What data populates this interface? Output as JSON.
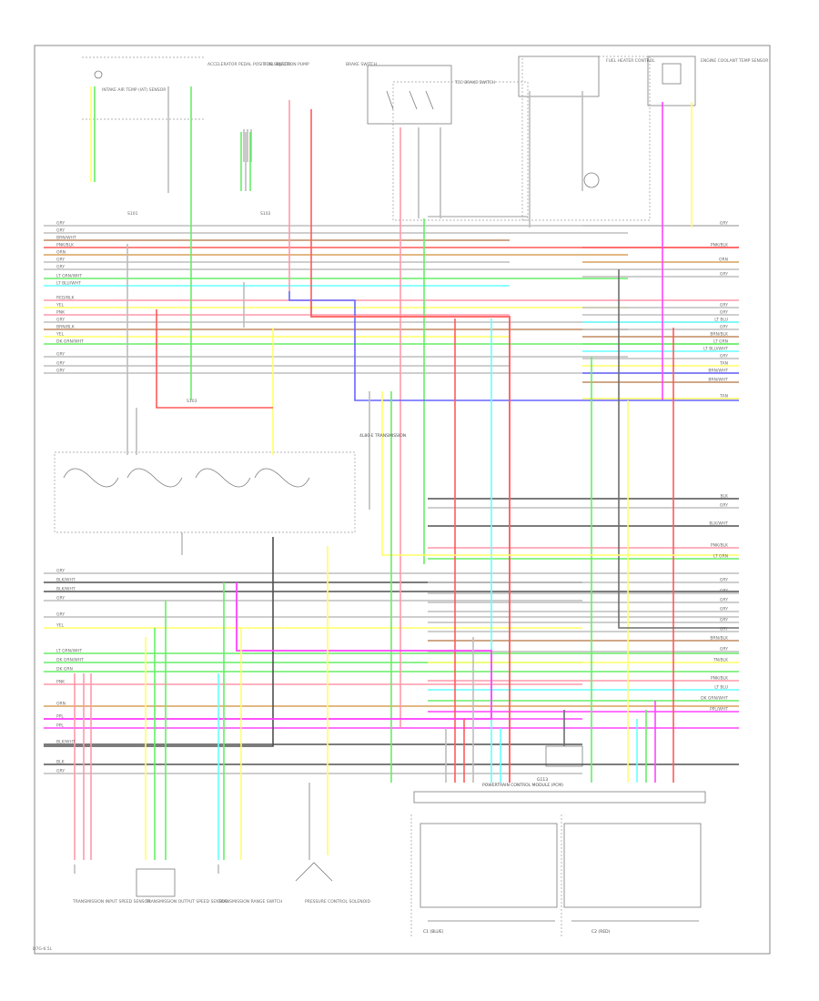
{
  "diagram": {
    "footer_code": "D7G-6.5L",
    "colors": {
      "gray": "#bdbdbd",
      "dark_gray": "#6e6e6e",
      "red": "#ff5a5a",
      "orange": "#d9a05a",
      "yellow": "#ffff66",
      "green": "#66ee66",
      "light_blue": "#66ffff",
      "blue": "#6666ff",
      "pink": "#ff99aa",
      "magenta": "#ff44ff",
      "black": "#505050",
      "brown": "#c08a60"
    },
    "left_wire_labels": [
      {
        "text": "GRY",
        "color": "gray"
      },
      {
        "text": "GRY",
        "color": "gray"
      },
      {
        "text": "BRN/WHT",
        "color": "brown"
      },
      {
        "text": "PNK/BLK",
        "color": "red"
      },
      {
        "text": "ORN",
        "color": "orange"
      },
      {
        "text": "GRY",
        "color": "gray"
      },
      {
        "text": "GRY",
        "color": "gray"
      },
      {
        "text": "LT GRN/WHT",
        "color": "green"
      },
      {
        "text": "LT BLU/WHT",
        "color": "light_blue"
      },
      {
        "text": "RED/BLK",
        "color": "pink"
      },
      {
        "text": "YEL",
        "color": "yellow"
      },
      {
        "text": "PNK",
        "color": "pink"
      },
      {
        "text": "GRY",
        "color": "gray"
      },
      {
        "text": "BRN/BLK",
        "color": "brown"
      },
      {
        "text": "YEL",
        "color": "yellow"
      },
      {
        "text": "DK GRN/WHT",
        "color": "green"
      },
      {
        "text": "GRY",
        "color": "gray"
      },
      {
        "text": "GRY",
        "color": "gray"
      },
      {
        "text": "GRY",
        "color": "gray"
      }
    ],
    "left_wire_labels_2": [
      {
        "text": "GRY",
        "color": "gray"
      },
      {
        "text": "BLK/WHT",
        "color": "black"
      },
      {
        "text": "BLK/WHT",
        "color": "black"
      },
      {
        "text": "GRY",
        "color": "gray"
      },
      {
        "text": "GRY",
        "color": "gray"
      },
      {
        "text": "YEL",
        "color": "yellow"
      },
      {
        "text": "LT GRN/WHT",
        "color": "green"
      },
      {
        "text": "DK GRN/WHT",
        "color": "green"
      },
      {
        "text": "DK GRN",
        "color": "green"
      },
      {
        "text": "PNK",
        "color": "pink"
      },
      {
        "text": "ORN",
        "color": "orange"
      },
      {
        "text": "PPL",
        "color": "magenta"
      },
      {
        "text": "PPL",
        "color": "magenta"
      },
      {
        "text": "BLK/WHT",
        "color": "black"
      },
      {
        "text": "BLK",
        "color": "black"
      },
      {
        "text": "GRY",
        "color": "gray"
      }
    ],
    "right_wire_labels": [
      {
        "text": "GRY",
        "color": "gray"
      },
      {
        "text": "PNK/BLK",
        "color": "red"
      },
      {
        "text": "ORN",
        "color": "orange"
      },
      {
        "text": "GRY",
        "color": "gray"
      },
      {
        "text": "GRY",
        "color": "gray"
      },
      {
        "text": "GRY",
        "color": "gray"
      },
      {
        "text": "LT BLU",
        "color": "light_blue"
      },
      {
        "text": "GRY",
        "color": "gray"
      },
      {
        "text": "BRN/BLK",
        "color": "brown"
      },
      {
        "text": "LT GRN",
        "color": "green"
      },
      {
        "text": "LT BLU/WHT",
        "color": "light_blue"
      },
      {
        "text": "GRY",
        "color": "gray"
      },
      {
        "text": "TAN",
        "color": "yellow"
      },
      {
        "text": "BRN/WHT",
        "color": "blue"
      },
      {
        "text": "BRN/WHT",
        "color": "brown"
      },
      {
        "text": "TAN",
        "color": "yellow"
      }
    ],
    "right_wire_labels_2": [
      {
        "text": "BLK",
        "color": "black"
      },
      {
        "text": "GRY",
        "color": "gray"
      },
      {
        "text": "BLK/WHT",
        "color": "black"
      },
      {
        "text": "PNK/BLK",
        "color": "pink"
      },
      {
        "text": "LT GRN",
        "color": "green"
      },
      {
        "text": "GRY",
        "color": "gray"
      },
      {
        "text": "GRY",
        "color": "gray"
      },
      {
        "text": "GRY",
        "color": "gray"
      },
      {
        "text": "GRY",
        "color": "gray"
      },
      {
        "text": "GRY",
        "color": "gray"
      },
      {
        "text": "GRY",
        "color": "gray"
      },
      {
        "text": "BRN/BLK",
        "color": "brown"
      },
      {
        "text": "GRY",
        "color": "gray"
      },
      {
        "text": "TN/BLK",
        "color": "yellow"
      },
      {
        "text": "PNK/BLK",
        "color": "pink"
      },
      {
        "text": "LT BLU",
        "color": "light_blue"
      },
      {
        "text": "DK GRN/WHT",
        "color": "green"
      },
      {
        "text": "PPL/WHT",
        "color": "magenta"
      }
    ],
    "top_components": [
      {
        "text": "INTAKE AIR TEMP (IAT) SENSOR"
      },
      {
        "text": "ACCELERATOR PEDAL POSITION SENSOR"
      },
      {
        "text": "FUEL INJECTION PUMP"
      },
      {
        "text": "BRAKE SWITCH"
      },
      {
        "text": "TCC BRAKE SWITCH"
      },
      {
        "text": "FUEL HEATER CONTROL"
      },
      {
        "text": "ENGINE COOLANT TEMP SENSOR"
      }
    ],
    "mid_component": {
      "text": "4L80-E TRANSMISSION"
    },
    "bottom_components": [
      {
        "text": "TRANSMISSION INPUT SPEED SENSOR"
      },
      {
        "text": "TRANSMISSION OUTPUT SPEED SENSOR"
      },
      {
        "text": "TRANSMISSION RANGE SWITCH"
      },
      {
        "text": "PRESSURE CONTROL SOLENOID"
      }
    ],
    "module_title": "POWERTRAIN CONTROL MODULE (PCM)",
    "connector_left": "C1 (BLUE)",
    "connector_right": "C2 (RED)",
    "ground_label": "G113",
    "splice_labels": [
      "S101",
      "S102",
      "S103"
    ]
  }
}
